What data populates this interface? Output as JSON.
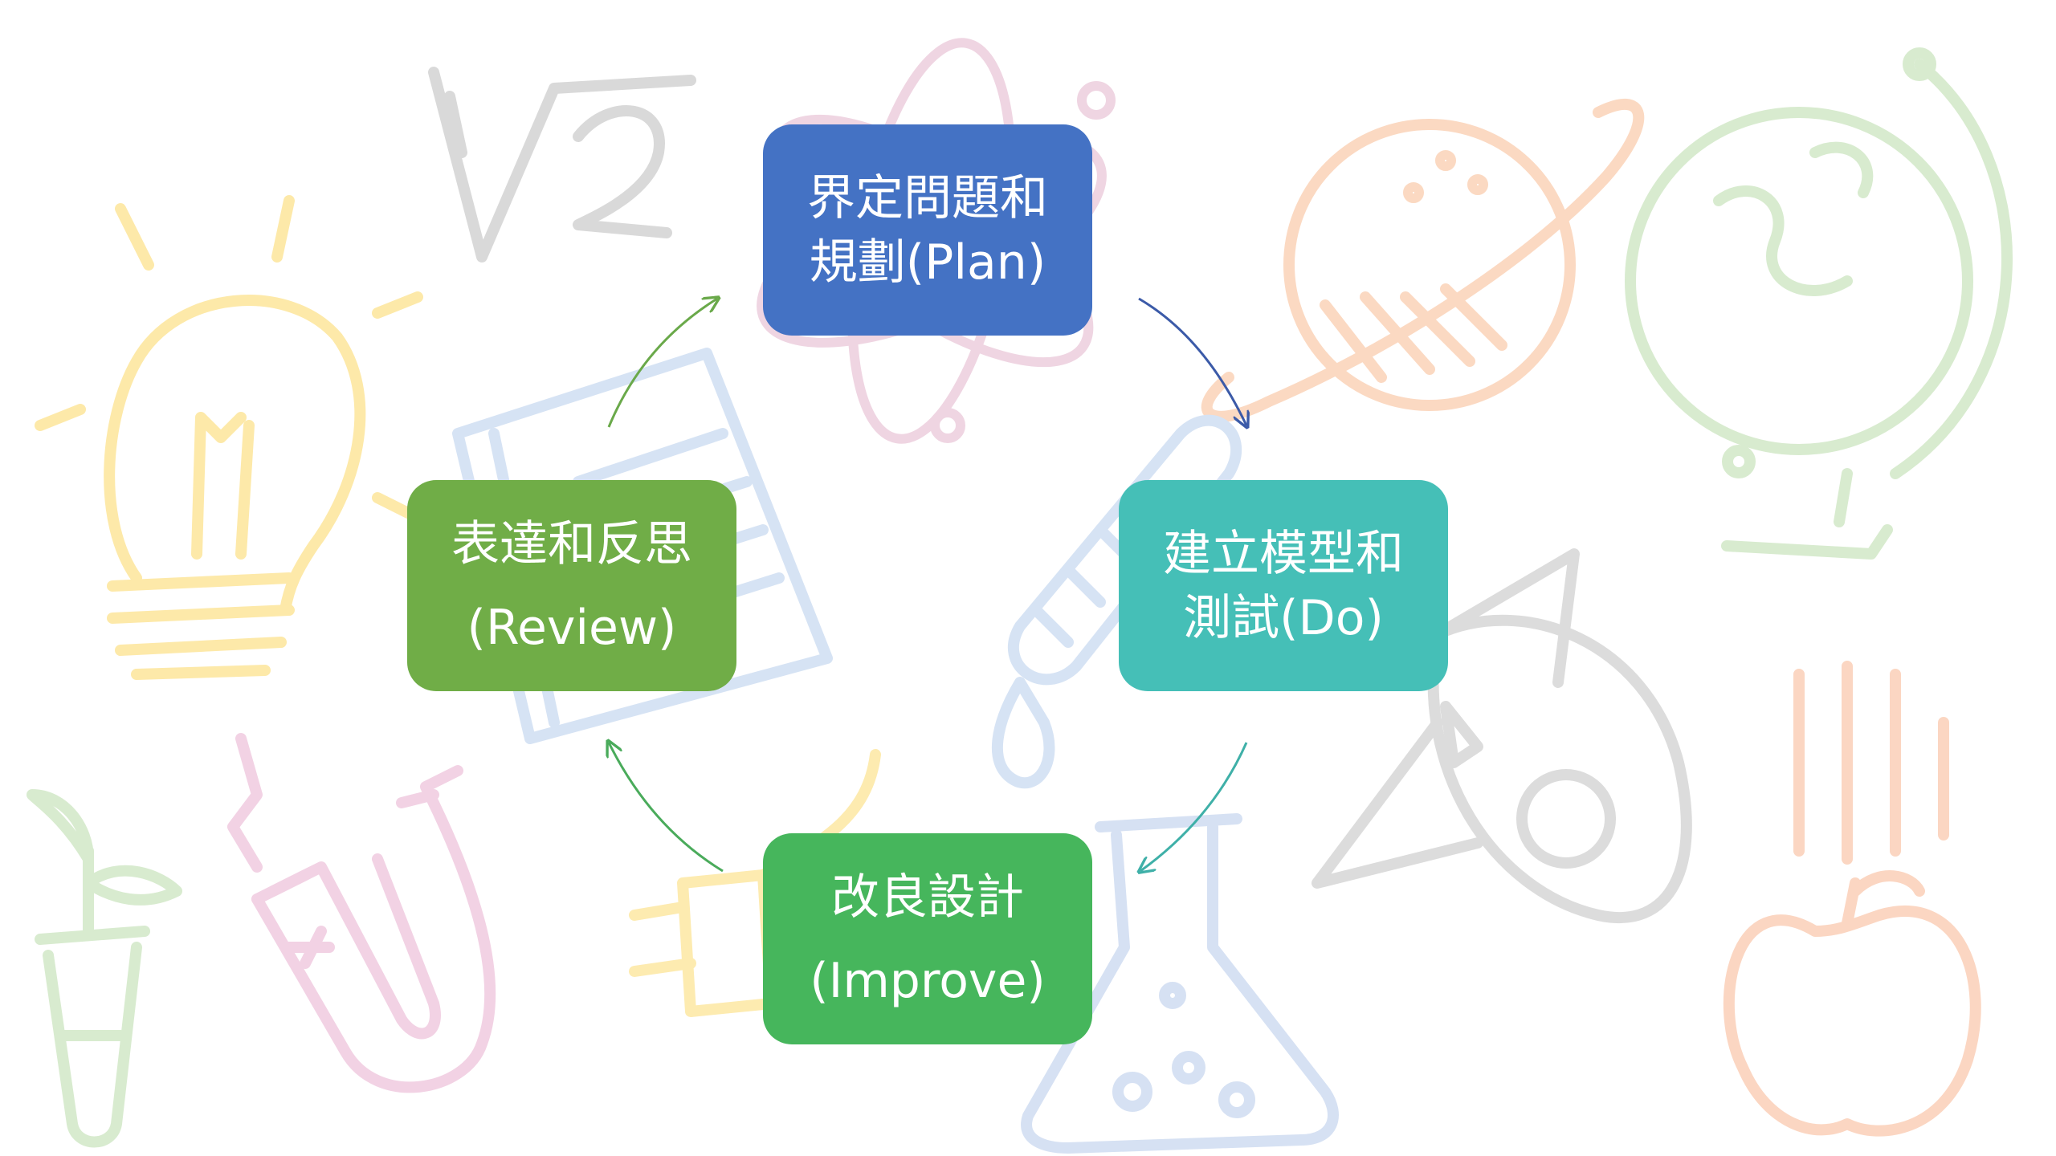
{
  "diagram": {
    "stages": [
      {
        "id": "plan",
        "line1": "界定問題和",
        "line2": "規劃(Plan)",
        "color": "#4472c4"
      },
      {
        "id": "do",
        "line1": "建立模型和",
        "line2": "測試(Do)",
        "color": "#45bfb7"
      },
      {
        "id": "improve",
        "line1": "改良設計",
        "line2": "(Improve)",
        "color": "#46b65c"
      },
      {
        "id": "review",
        "line1": "表達和反思",
        "line2": "(Review)",
        "color": "#70ad47"
      }
    ],
    "arrows": [
      {
        "from": "plan",
        "to": "do",
        "color": "#3b5aa8"
      },
      {
        "from": "do",
        "to": "improve",
        "color": "#3fb0a8"
      },
      {
        "from": "improve",
        "to": "review",
        "color": "#4aab5b"
      },
      {
        "from": "review",
        "to": "plan",
        "color": "#6aa94a"
      }
    ]
  },
  "background": {
    "doodles": [
      {
        "name": "square-root-of-two-doodle",
        "color": "#d9d9d9"
      },
      {
        "name": "light-bulb-doodle",
        "color": "#fde9a9"
      },
      {
        "name": "atom-doodle",
        "color": "#efd5e2"
      },
      {
        "name": "planet-doodle",
        "color": "#fbd9c2"
      },
      {
        "name": "globe-doodle",
        "color": "#d8ebcf"
      },
      {
        "name": "notebook-doodle",
        "color": "#d6e3f4"
      },
      {
        "name": "test-tube-doodle",
        "color": "#d6e3f4"
      },
      {
        "name": "rocket-doodle",
        "color": "#dcdcdc"
      },
      {
        "name": "magnet-doodle",
        "color": "#f2d2e4"
      },
      {
        "name": "sprout-tube-doodle",
        "color": "#d8ebcf"
      },
      {
        "name": "plug-doodle",
        "color": "#fdebb0"
      },
      {
        "name": "flask-doodle",
        "color": "#d6e1f3"
      },
      {
        "name": "falling-apple-doodle",
        "color": "#fbd6c2"
      }
    ]
  }
}
